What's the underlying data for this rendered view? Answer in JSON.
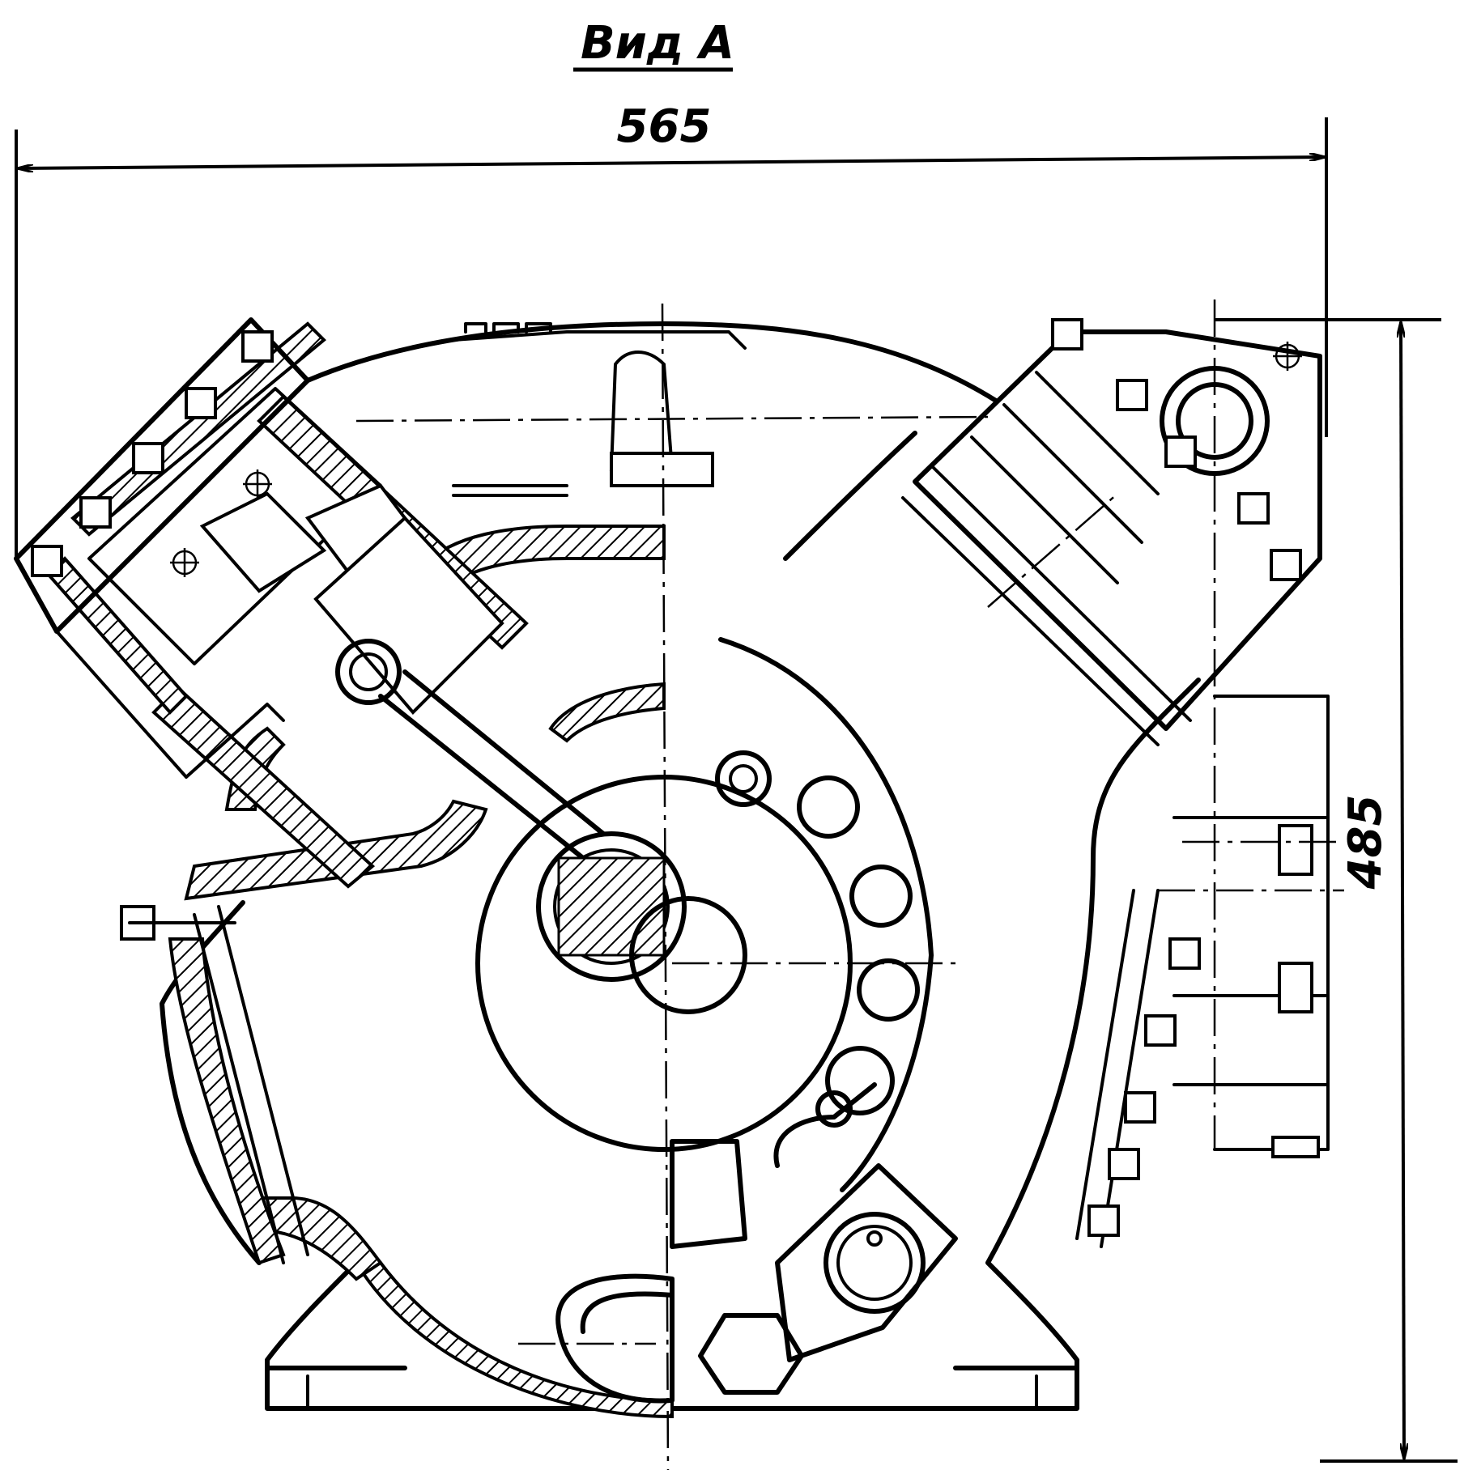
{
  "view_title": "Вид А",
  "dimensions": {
    "width": "565",
    "height": "485"
  }
}
